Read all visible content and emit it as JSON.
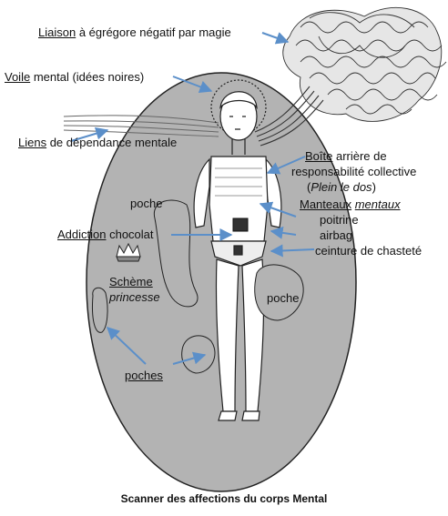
{
  "colors": {
    "arrow": "#5b8fc9",
    "oval_fill": "#b3b3b3",
    "line": "#222222"
  },
  "labels": {
    "liaison": {
      "key": "Liaison",
      "rest": " à égrégore négatif par magie"
    },
    "voile": {
      "key": "Voile",
      "rest": " mental (idées noires)"
    },
    "liens": {
      "key": "Liens",
      "rest": " de dépendance mentale"
    },
    "boite": {
      "key": "Boîte",
      "rest": " arrière de",
      "line2": "responsabilité collective",
      "line3_open": "(",
      "line3_italic": "Plein le dos",
      "line3_close": ")"
    },
    "manteaux": {
      "key": "Manteaux",
      "rest_italic": "mentaux"
    },
    "poitrine": "poitrine",
    "airbag": "airbag",
    "ceinture": "ceinture de chasteté",
    "poche_left": "poche",
    "poche_right": "poche",
    "addiction": {
      "key": "Addiction",
      "rest": " chocolat"
    },
    "scheme": {
      "key": "Schème",
      "italic": "princesse"
    },
    "poches": "poches"
  },
  "caption": "Scanner des affections du corps Mental"
}
